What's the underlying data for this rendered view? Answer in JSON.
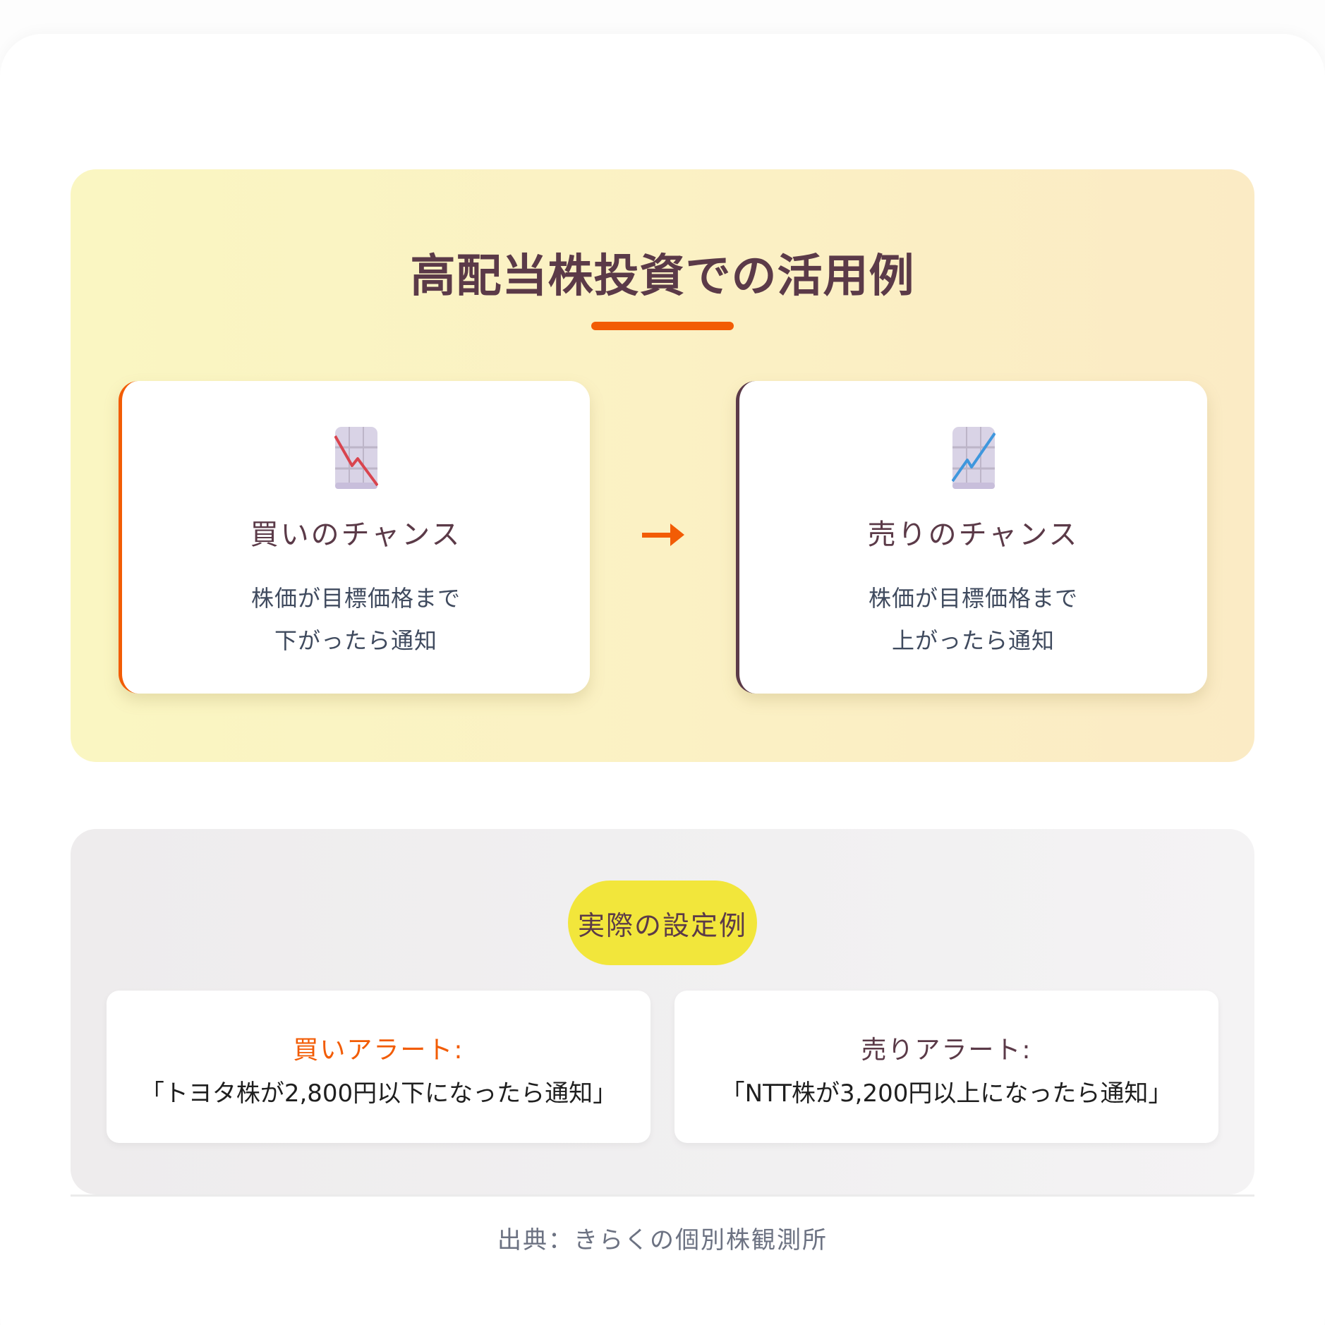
{
  "usage": {
    "title": "高配当株投資での活用例",
    "accent_color": "#F25C05",
    "cards": [
      {
        "icon": "chart-decreasing-icon",
        "heading": "買いのチャンス",
        "desc_line1": "株価が目標価格まで",
        "desc_line2": "下がったら通知",
        "accent_color": "#F25C05"
      },
      {
        "icon": "chart-increasing-icon",
        "heading": "売りのチャンス",
        "desc_line1": "株価が目標価格まで",
        "desc_line2": "上がったら通知",
        "accent_color": "#5B3A48"
      }
    ],
    "arrow_icon": "arrow-right-icon"
  },
  "examples": {
    "badge": "実際の設定例",
    "badge_color": "#F2E63B",
    "alerts": [
      {
        "label": "買いアラート:",
        "text": "「トヨタ株が2,800円以下になったら通知」",
        "label_color": "#F25C05"
      },
      {
        "label": "売りアラート:",
        "text": "「NTT株が3,200円以上になったら通知」",
        "label_color": "#5B3A48"
      }
    ]
  },
  "source": "出典：きらくの個別株観測所"
}
